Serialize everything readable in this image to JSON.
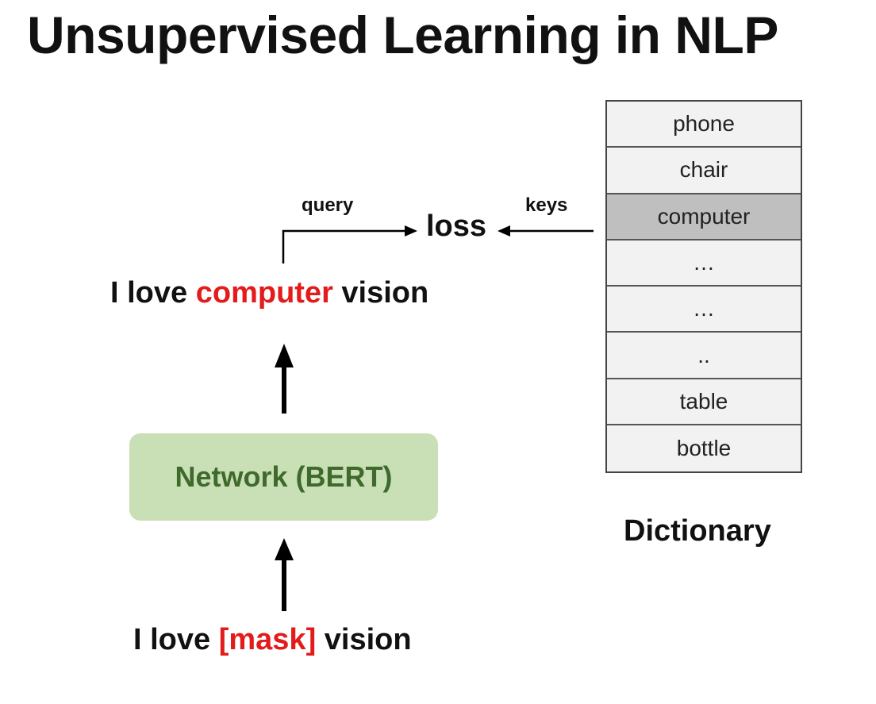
{
  "title": "Unsupervised Learning in NLP",
  "output_sentence": {
    "before": "I love ",
    "highlight": "computer",
    "after": " vision"
  },
  "input_sentence": {
    "before": "I love ",
    "highlight": "[mask]",
    "after": " vision"
  },
  "network_label": "Network (BERT)",
  "query_label": "query",
  "keys_label": "keys",
  "loss_label": "loss",
  "dictionary": {
    "caption": "Dictionary",
    "items": [
      "phone",
      "chair",
      "computer",
      "…",
      "…",
      "..",
      "table",
      "bottle"
    ],
    "selected_item": "computer"
  },
  "colors": {
    "highlight": "#e31b1b",
    "network_fill": "#c9e0b7",
    "network_text": "#3f6a2c",
    "selected_row": "#bfbfbf",
    "row_fill": "#f2f2f2"
  }
}
